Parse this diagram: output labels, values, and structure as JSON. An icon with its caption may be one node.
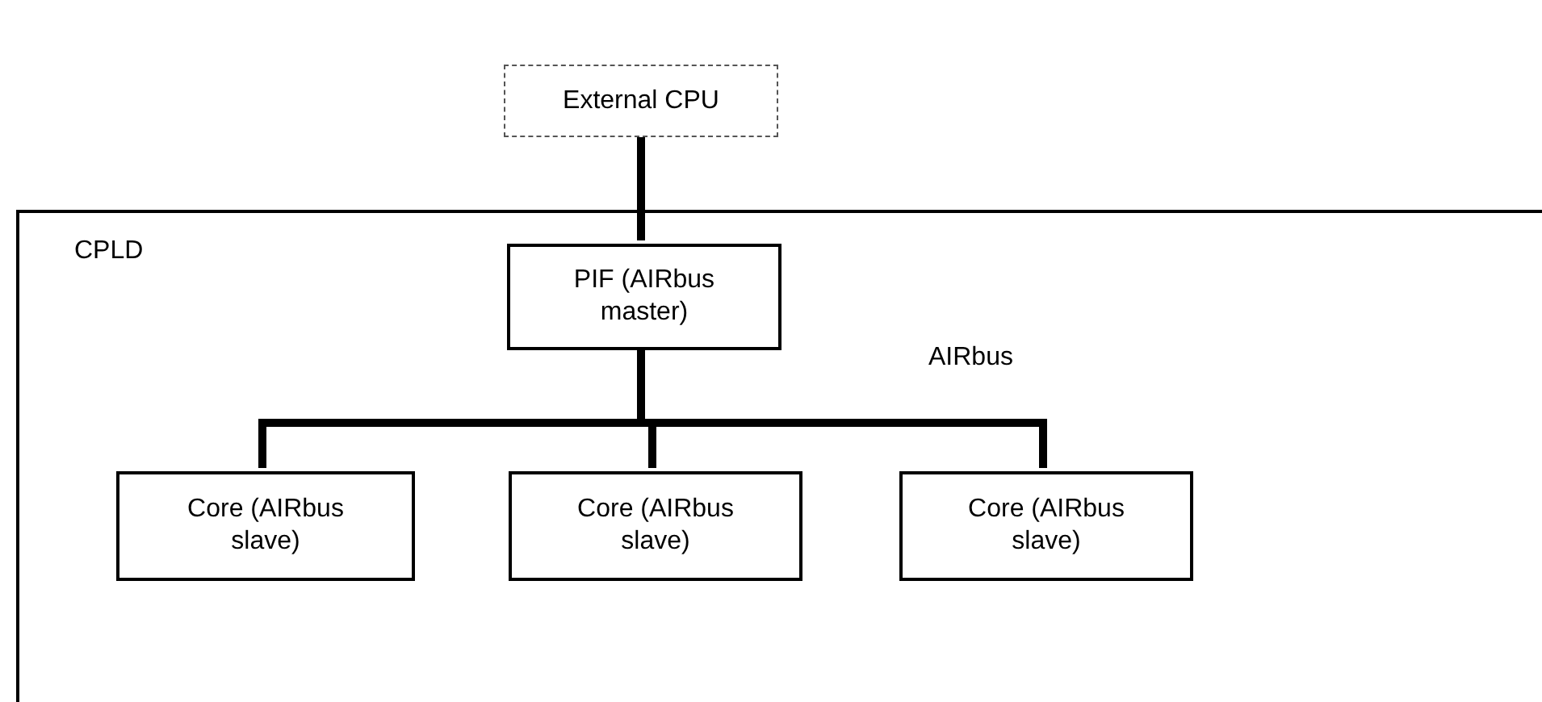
{
  "diagram": {
    "nodes": [
      {
        "text": [
          "External CPU"
        ]
      },
      {
        "text": [
          "CPLD"
        ]
      },
      {
        "text": [
          "PIF (AIRbus master)"
        ],
        "in": 1
      },
      {
        "text": [
          "Core (AIRbus slave)"
        ],
        "in": 1
      },
      {
        "text": [
          "Core (AIRbus slave)"
        ],
        "in": 1
      },
      {
        "text": [
          "Core (AIRbus slave)"
        ],
        "in": 1
      }
    ],
    "edges": [
      {
        "from": 0,
        "to": 2,
        "arrow": "none"
      },
      {
        "from": 2,
        "to": 3,
        "arrow": "none"
      },
      {
        "from": 2,
        "to": 4,
        "arrow": "none"
      },
      {
        "from": 2,
        "to": 5,
        "arrow": "none"
      }
    ],
    "labels": [
      "AIRbus"
    ]
  }
}
